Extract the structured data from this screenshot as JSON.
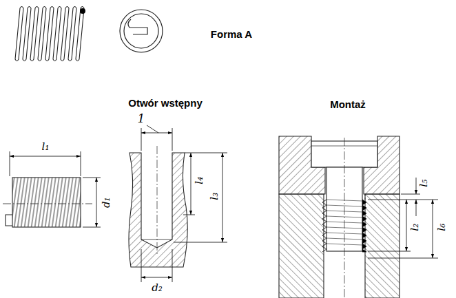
{
  "diagram": {
    "labels": [
      "Forma A",
      "Otwór wstępny",
      "Montaż",
      "1",
      "l₁",
      "d₁",
      "l₄",
      "l₃",
      "d₂",
      "l₅",
      "l₂",
      "l₆"
    ]
  }
}
